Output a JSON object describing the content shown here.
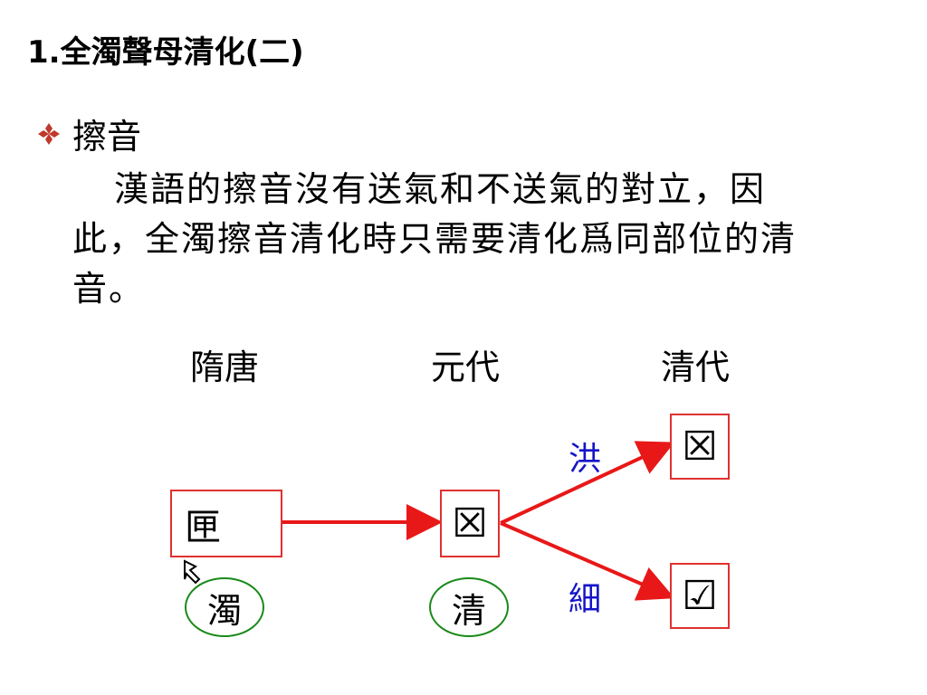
{
  "title": "1.全濁聲母清化(二)",
  "bullet": {
    "text": "擦音"
  },
  "paragraph": {
    "line1": "漢語的擦音沒有送氣和不送氣的對立，因",
    "line2": "此，全濁擦音清化時只需要清化爲同部位的清",
    "line3": "音。"
  },
  "eras": {
    "sui_tang": "隋唐",
    "yuan": "元代",
    "qing": "清代"
  },
  "diagram": {
    "source_char": "匣",
    "middle_glyph": "☒",
    "top_glyph": "☒",
    "bottom_glyph": "☑",
    "label_hong": "洪",
    "label_xi": "細",
    "circle_left": "濁",
    "circle_right": "清"
  },
  "colors": {
    "box_border": "#e0312f",
    "arrow": "#e81818",
    "circle": "#1a8a1a",
    "label": "#1515c8",
    "bullet": "#c0392b"
  }
}
